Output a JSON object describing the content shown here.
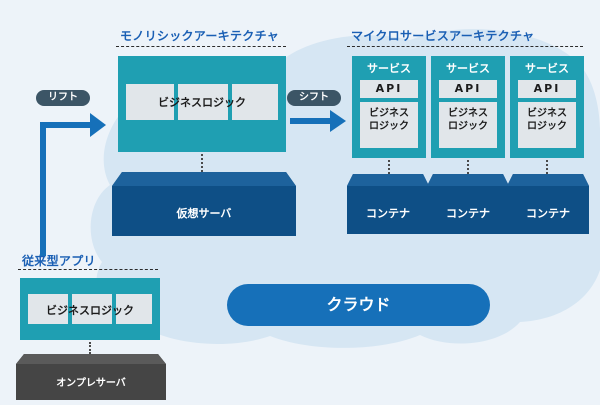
{
  "labels": {
    "monolithic": "モノリシックアーキテクチャ",
    "microservices": "マイクロサービスアーキテクチャ",
    "legacy": "従来型アプリ",
    "lift": "リフト",
    "shift": "シフト",
    "cloud": "クラウド"
  },
  "monolith": {
    "business_logic": "ビジネスロジック",
    "server": "仮想サーバ"
  },
  "services": [
    {
      "title": "サービス",
      "api": "API",
      "logic_line1": "ビジネス",
      "logic_line2": "ロジック",
      "container": "コンテナ"
    },
    {
      "title": "サービス",
      "api": "API",
      "logic_line1": "ビジネス",
      "logic_line2": "ロジック",
      "container": "コンテナ"
    },
    {
      "title": "サービス",
      "api": "API",
      "logic_line1": "ビジネス",
      "logic_line2": "ロジック",
      "container": "コンテナ"
    }
  ],
  "legacy_app": {
    "business_logic": "ビジネスロジック",
    "server": "オンプレサーバ"
  },
  "colors": {
    "heading": "#1a5fb4",
    "cloud": "#d6e6f3",
    "teal": "#1f9fb2",
    "server_navy": "#0e4f86",
    "onprem_grey": "#454545",
    "cloud_pill": "#1670b9",
    "pill_dark": "#3c5566"
  },
  "icons": [
    "lift-arrow-icon",
    "shift-arrow-icon"
  ]
}
